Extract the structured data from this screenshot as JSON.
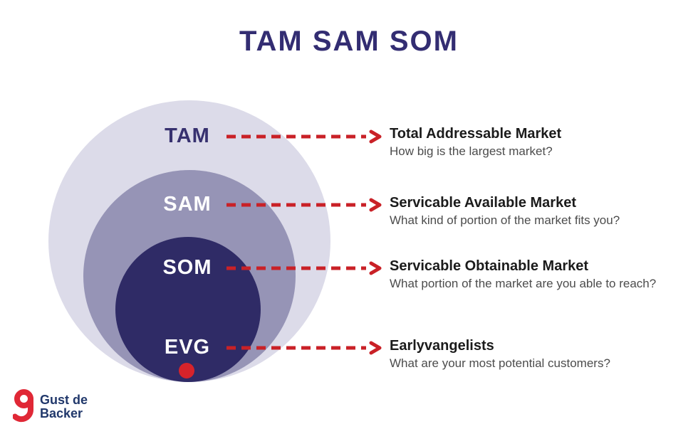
{
  "title": "TAM SAM SOM",
  "colors": {
    "title_navy": "#332d72",
    "tam_circle": "#dcdbe9",
    "sam_circle": "#9694b6",
    "som_circle": "#2f2b66",
    "arrow_red": "#c92127",
    "evg_dot_red": "#d6232b",
    "heading_black": "#1b1b1b",
    "question_gray": "#4c4c4c",
    "logo_red": "#e02836",
    "logo_blue": "#21386b"
  },
  "rows": [
    {
      "abbr": "TAM",
      "heading": "Total Addressable Market",
      "question": "How big is the largest market?"
    },
    {
      "abbr": "SAM",
      "heading": "Servicable Available Market",
      "question": "What kind of portion of the market fits you?"
    },
    {
      "abbr": "SOM",
      "heading": "Servicable Obtainable Market",
      "question": "What portion of the market are you able to reach?"
    },
    {
      "abbr": "EVG",
      "heading": "Earlyvangelists",
      "question": "What are your most potential customers?"
    }
  ],
  "logo": {
    "name": "Gust de Backer",
    "text": "Gust de\nBacker"
  }
}
